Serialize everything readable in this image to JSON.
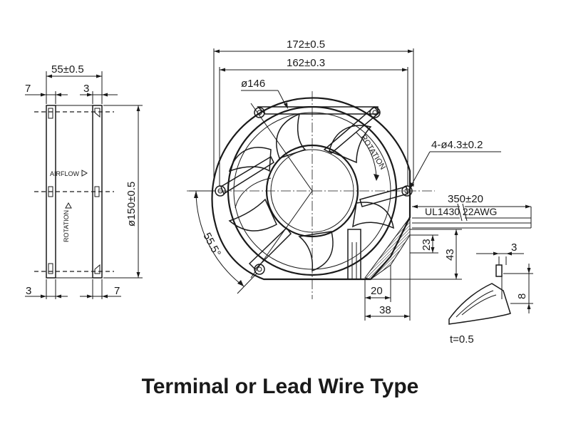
{
  "title": "Terminal or Lead Wire Type",
  "side_view": {
    "width": "55±0.5",
    "left_offset": "7",
    "right_offset": "3",
    "bottom_left": "3",
    "bottom_right": "7",
    "diameter": "ø150±0.5",
    "airflow_label": "AIRFLOW",
    "rotation_label": "ROTATION"
  },
  "front_view": {
    "overall_width": "172±0.5",
    "hole_spacing": "162±0.3",
    "venturi_diameter": "ø146",
    "rotation_label": "ROTATION",
    "mount_holes": "4-ø4.3±0.2",
    "angle": "55.5°",
    "wire_length": "350±20",
    "wire_spec": "UL1430 22AWG",
    "dim_23": "23",
    "dim_43": "43",
    "dim_20": "20",
    "dim_38": "38"
  },
  "terminal_detail": {
    "width": "3",
    "height": "8",
    "thickness": "t=0.5"
  }
}
